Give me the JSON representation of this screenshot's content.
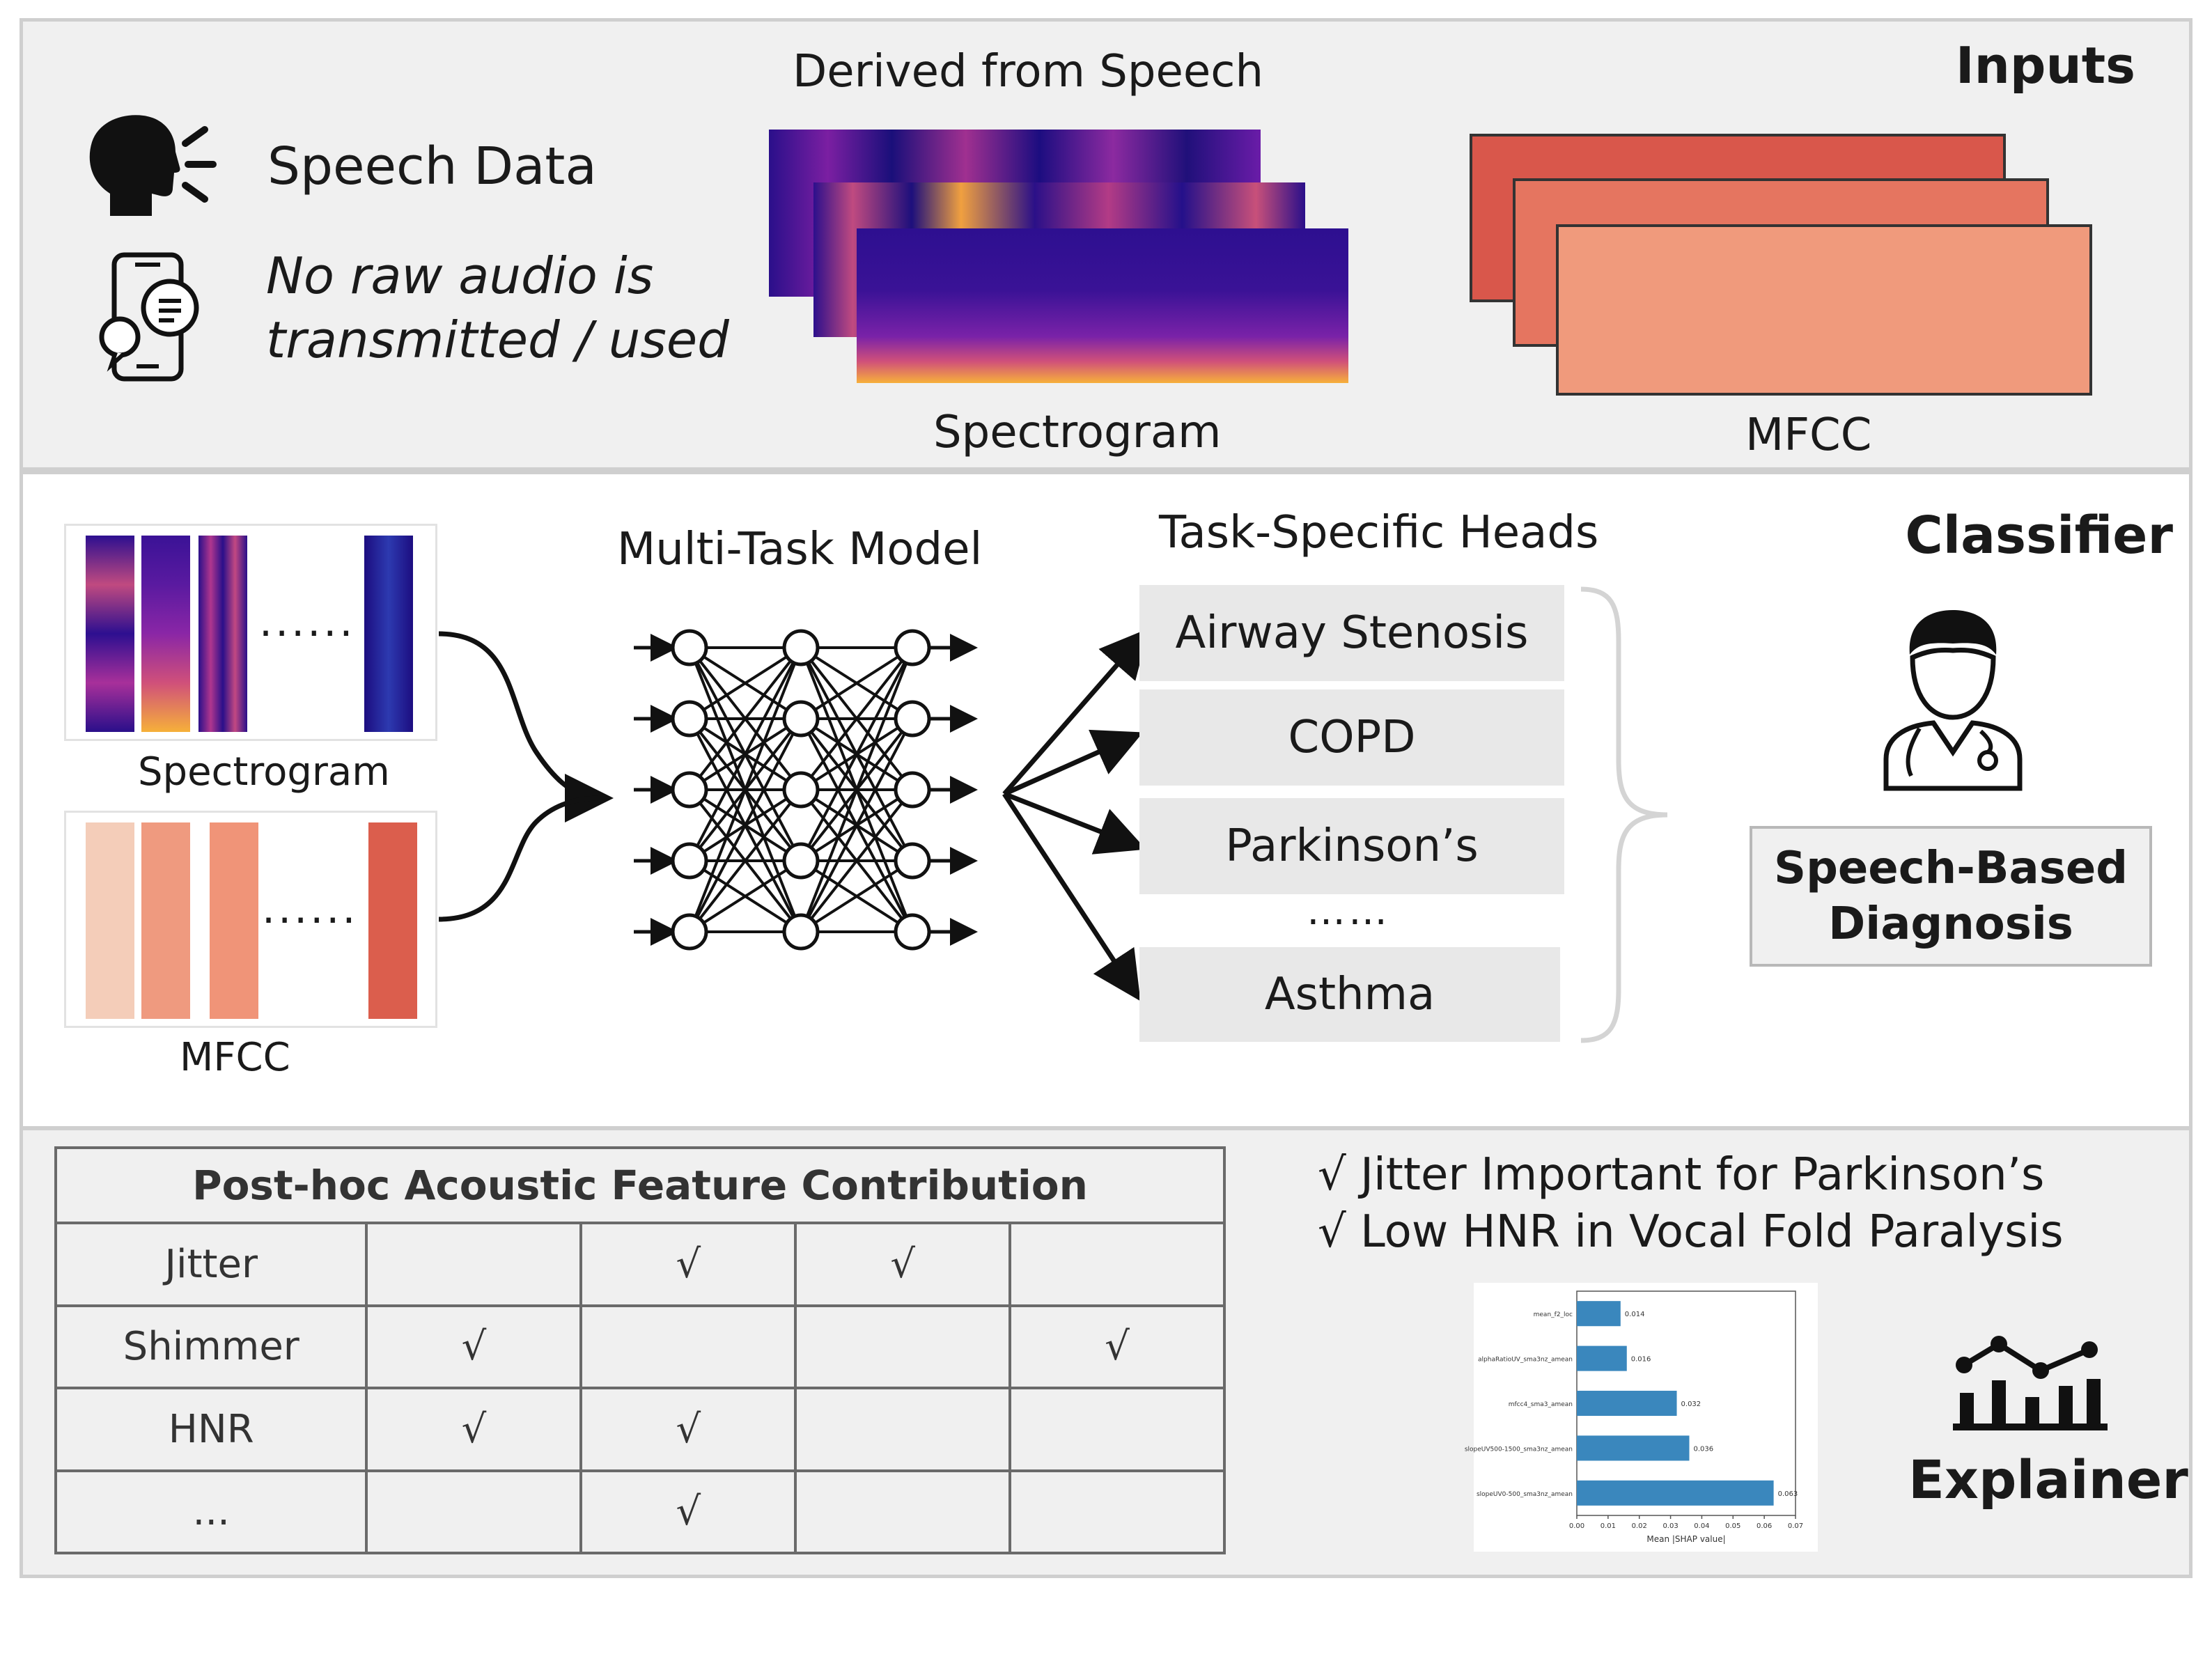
{
  "inputs": {
    "section_label": "Inputs",
    "speech_data": "Speech Data",
    "privacy_note_line1": "No raw audio is",
    "privacy_note_line2": "transmitted / used",
    "derived_title": "Derived from Speech",
    "spectrogram_label": "Spectrogram",
    "mfcc_label": "MFCC"
  },
  "classifier": {
    "section_label": "Classifier",
    "spectrogram_label": "Spectrogram",
    "mfcc_label": "MFCC",
    "ellipsis": "......",
    "model_title": "Multi-Task Model",
    "heads_title": "Task-Specific Heads",
    "heads": [
      "Airway Stenosis",
      "COPD",
      "Parkinson’s",
      "Asthma"
    ],
    "heads_ellipsis": "……",
    "diagnosis_line1": "Speech-Based",
    "diagnosis_line2": "Diagnosis"
  },
  "explainer": {
    "section_label": "Explainer",
    "table_title": "Post-hoc Acoustic Feature Contribution",
    "rows": [
      {
        "feature": "Jitter",
        "cells": [
          "",
          "√",
          "√",
          ""
        ]
      },
      {
        "feature": "Shimmer",
        "cells": [
          "√",
          "",
          "",
          "√"
        ]
      },
      {
        "feature": "HNR",
        "cells": [
          "√",
          "√",
          "",
          ""
        ]
      },
      {
        "feature": "...",
        "cells": [
          "",
          "√",
          "",
          ""
        ]
      }
    ],
    "findings": [
      "√  Jitter Important for Parkinson’s",
      "√  Low HNR in Vocal Fold Paralysis"
    ]
  },
  "chart_data": {
    "type": "bar",
    "orientation": "horizontal",
    "categories": [
      "mean_f2_loc",
      "alphaRatioUV_sma3nz_amean",
      "mfcc4_sma3_amean",
      "slopeUV500-1500_sma3nz_amean",
      "slopeUV0-500_sma3nz_amean"
    ],
    "values": [
      0.014,
      0.016,
      0.032,
      0.036,
      0.063
    ],
    "value_labels": [
      "0.014",
      "0.016",
      "0.032",
      "0.036",
      "0.063"
    ],
    "xlabel": "Mean |SHAP value|",
    "xticks": [
      "0.00",
      "0.01",
      "0.02",
      "0.03",
      "0.04",
      "0.05",
      "0.06",
      "0.07"
    ],
    "xlim": [
      0,
      0.07
    ],
    "bar_color": "#3a87bd"
  },
  "colors": {
    "panel_bg": "#f0f0f0",
    "panel_border": "#cfcfcf",
    "head_box": "#e8e8e8",
    "bar": "#3a87bd"
  }
}
